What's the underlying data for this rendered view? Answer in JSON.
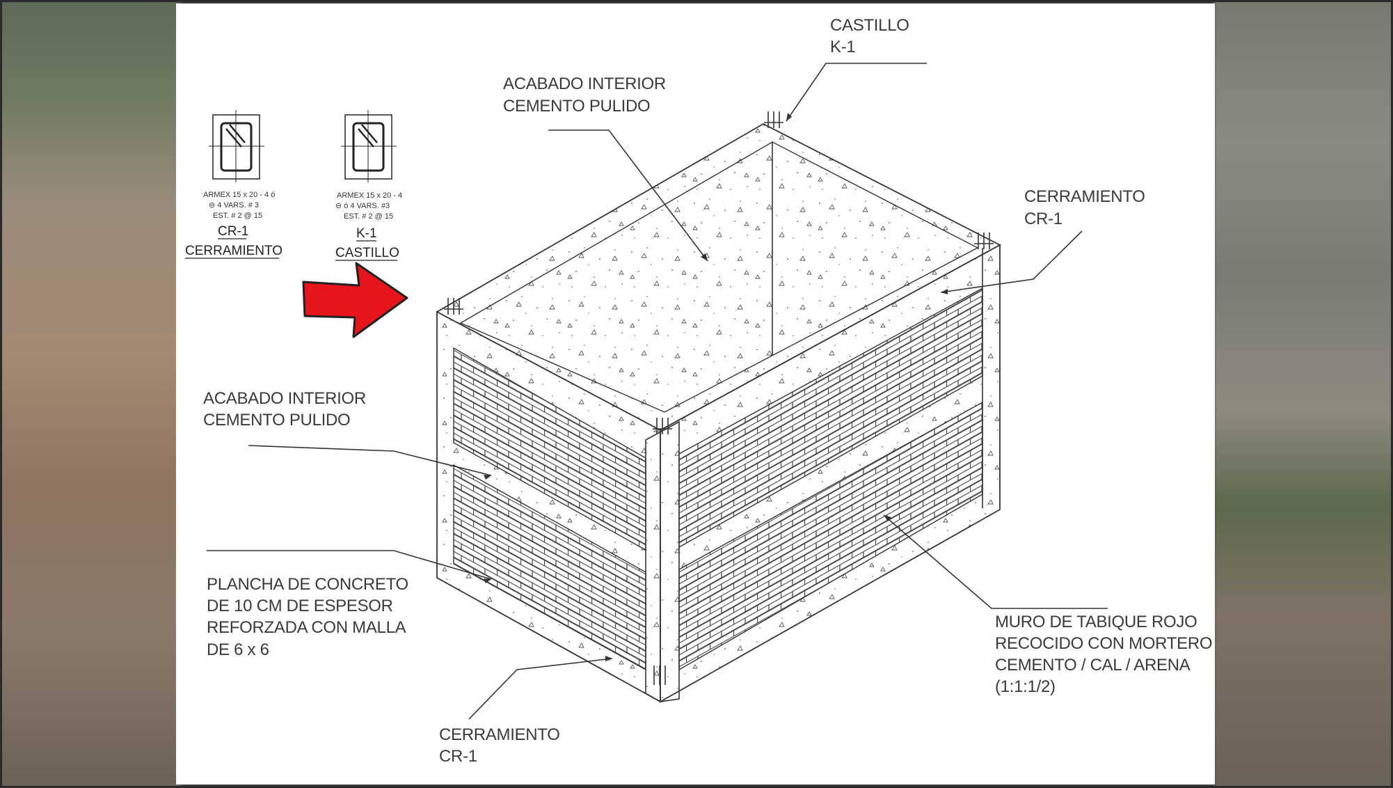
{
  "labels": {
    "castillo_top": [
      "CASTILLO",
      "K-1"
    ],
    "acabado_top": [
      "ACABADO INTERIOR",
      "CEMENTO PULIDO"
    ],
    "cerramiento_right": [
      "CERRAMIENTO",
      "CR-1"
    ],
    "acabado_left": [
      "ACABADO INTERIOR",
      "CEMENTO PULIDO"
    ],
    "plancha": [
      "PLANCHA DE CONCRETO",
      "DE 10 CM DE ESPESOR",
      "REFORZADA CON MALLA",
      "DE 6 x 6"
    ],
    "cerramiento_bottom": [
      "CERRAMIENTO",
      "CR-1"
    ],
    "muro": [
      "MURO DE TABIQUE ROJO",
      "RECOCIDO CON MORTERO",
      "CEMENTO / CAL / ARENA",
      "(1:1:1/2)"
    ]
  },
  "sections": [
    {
      "spec": [
        "ARMEX 15 x 20 - 4 ó",
        "⊖ 4 VARS. # 3",
        "EST. # 2 @ 15"
      ],
      "id": "CR-1",
      "name": "CERRAMIENTO"
    },
    {
      "spec": [
        "ARMEX 15 x 20 - 4",
        "⊖ ó 4 VARS. #3",
        "EST. # 2 @ 15"
      ],
      "id": "K-1",
      "name": "CASTILLO"
    }
  ],
  "colors": {
    "arrow": "#e8141c",
    "ink": "#333333",
    "sheet": "#ffffff"
  },
  "icons": {
    "arrow": "red-arrow-icon"
  }
}
